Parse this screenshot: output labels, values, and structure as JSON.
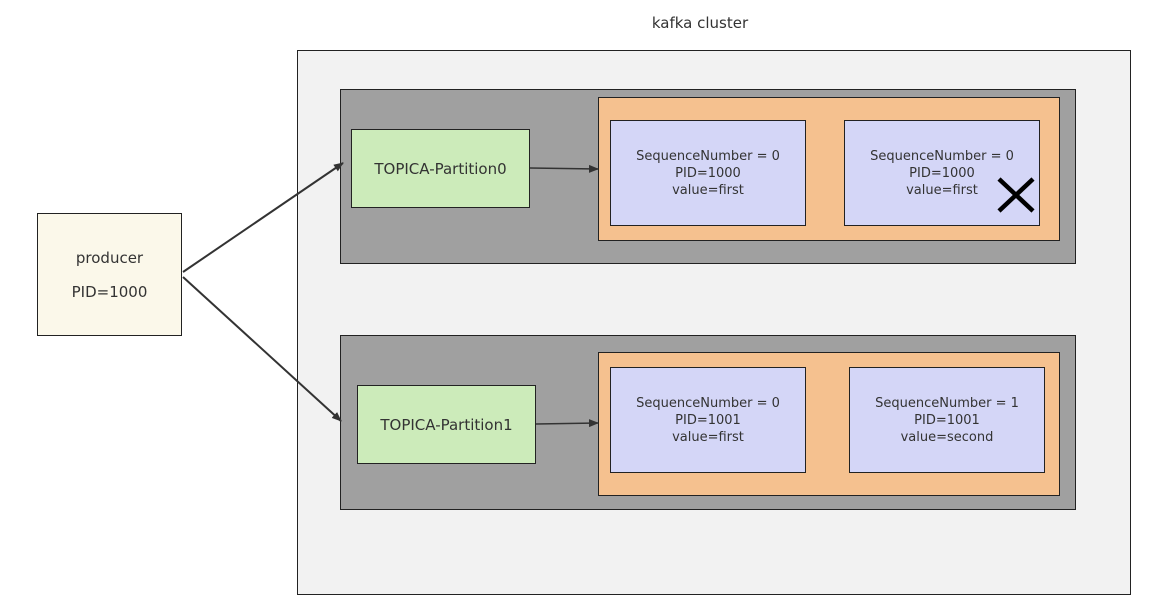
{
  "cluster": {
    "title": "kafka cluster"
  },
  "producer": {
    "name": "producer",
    "pid": "PID=1000"
  },
  "partitions": [
    {
      "name": "TOPICA-Partition0",
      "messages": [
        {
          "seq": "SequenceNumber = 0",
          "pid": "PID=1000",
          "value": "value=first",
          "rejected": false
        },
        {
          "seq": "SequenceNumber = 0",
          "pid": "PID=1000",
          "value": "value=first",
          "rejected": true
        }
      ]
    },
    {
      "name": "TOPICA-Partition1",
      "messages": [
        {
          "seq": "SequenceNumber = 0",
          "pid": "PID=1001",
          "value": "value=first",
          "rejected": false
        },
        {
          "seq": "SequenceNumber = 1",
          "pid": "PID=1001",
          "value": "value=second",
          "rejected": false
        }
      ]
    }
  ],
  "colors": {
    "cluster_bg": "#f2f2f2",
    "partition_group_bg": "#a0a0a0",
    "message_lane_bg": "#f5c18f",
    "partition_bg": "#ccebba",
    "message_bg": "#d4d6f7",
    "producer_bg": "#fbf8ea"
  }
}
